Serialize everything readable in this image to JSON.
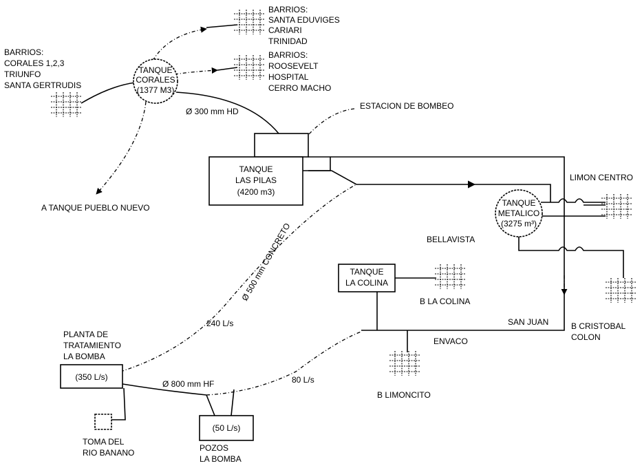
{
  "labels": {
    "barrios_corales_1": "BARRIOS:",
    "barrios_corales_2": "CORALES 1,2,3",
    "barrios_corales_3": "TRIUNFO",
    "barrios_corales_4": "SANTA GERTRUDIS",
    "barrios_eduviges_1": "BARRIOS:",
    "barrios_eduviges_2": "SANTA EDUVIGES",
    "barrios_eduviges_3": "CARIARI",
    "barrios_eduviges_4": "TRINIDAD",
    "barrios_roosevelt_1": "BARRIOS:",
    "barrios_roosevelt_2": "ROOSEVELT",
    "barrios_roosevelt_3": "HOSPITAL",
    "barrios_roosevelt_4": "CERRO MACHO",
    "estacion_bombeo": "ESTACION DE BOMBEO",
    "pipe_300": "Ø 300 mm HD",
    "pipe_500": "Ø 500 mm CONCRETO",
    "pipe_800": "Ø 800 mm HF",
    "flow_240": "240 L/s",
    "flow_80": "80 L/s",
    "a_tanque_pueblo_nuevo": "A TANQUE PUEBLO NUEVO",
    "limon_centro": "LIMON CENTRO",
    "bellavista": "BELLAVISTA",
    "b_la_colina": "B  LA COLINA",
    "san_juan": "SAN JUAN",
    "b_cristobal_1": "B CRISTOBAL",
    "b_cristobal_2": "COLON",
    "envaco": "ENVACO",
    "b_limoncito": "B  LIMONCITO",
    "planta_1": "PLANTA DE",
    "planta_2": "TRATAMIENTO",
    "planta_3": "LA BOMBA",
    "toma_1": "TOMA DEL",
    "toma_2": "RIO BANANO",
    "pozos_1": "POZOS",
    "pozos_2": "LA BOMBA"
  },
  "nodes": {
    "tanque_corales": {
      "line1": "TANQUE",
      "line2": "CORALES",
      "line3": "(1377 M3)"
    },
    "tanque_las_pilas": {
      "line1": "TANQUE",
      "line2": "LAS PILAS",
      "line3": "(4200 m3)"
    },
    "tanque_metalico": {
      "line1": "TANQUE",
      "line2": "METALICO",
      "line3": "(3275 m³)"
    },
    "tanque_la_colina": {
      "line1": "TANQUE",
      "line2": "LA COLINA"
    },
    "planta": {
      "capacity": "(350 L/s)"
    },
    "pozos": {
      "capacity": "(50 L/s)"
    }
  }
}
